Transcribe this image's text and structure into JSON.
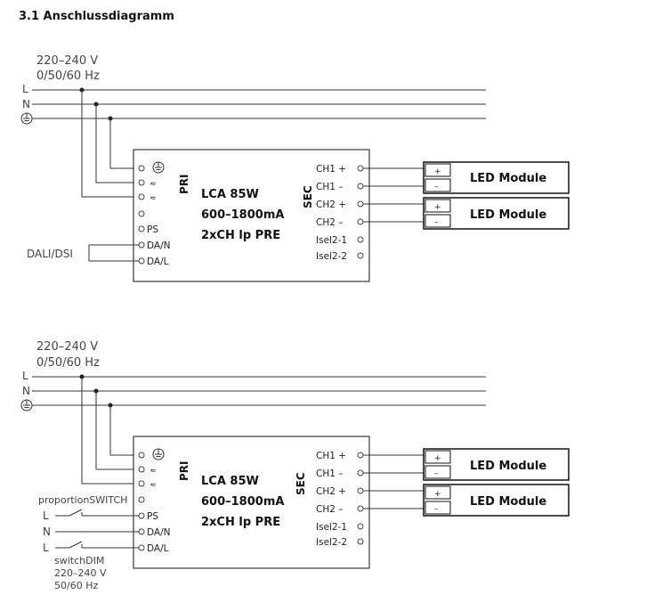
{
  "title": "3.1 Anschlussdiagramm",
  "diagrams": [
    {
      "supply_voltage": "220–240 V",
      "supply_freq": "0/50/60 Hz",
      "line_labels": [
        "L",
        "N"
      ],
      "primary_label": "PRI",
      "secondary_label": "SEC",
      "device_line1": "LCA 85W",
      "device_line2": "600–1800mA",
      "device_line3": "2xCH lp PRE",
      "pri_pins": [
        "PS",
        "DA/N",
        "DA/L"
      ],
      "sec_pins": [
        "CH1 +",
        "CH1 –",
        "CH2 +",
        "CH2 –",
        "Isel2-1",
        "Isel2-2"
      ],
      "input_label": "DALI/DSI",
      "led_modules": [
        "LED Module",
        "LED Module"
      ],
      "plus": "+",
      "minus": "–"
    },
    {
      "supply_voltage": "220–240 V",
      "supply_freq": "0/50/60 Hz",
      "line_labels": [
        "L",
        "N"
      ],
      "primary_label": "PRI",
      "secondary_label": "SEC",
      "device_line1": "LCA 85W",
      "device_line2": "600–1800mA",
      "device_line3": "2xCH lp PRE",
      "pri_pins": [
        "PS",
        "DA/N",
        "DA/L"
      ],
      "sec_pins": [
        "CH1 +",
        "CH1 –",
        "CH2 +",
        "CH2 –",
        "Isel2-1",
        "Isel2-2"
      ],
      "switch_label": "proportionSWITCH",
      "switch_lines": [
        "L",
        "N",
        "L"
      ],
      "switchdim_label": "switchDIM",
      "switchdim_voltage": "220–240 V",
      "switchdim_freq": "50/60 Hz",
      "led_modules": [
        "LED Module",
        "LED Module"
      ],
      "plus": "+",
      "minus": "–"
    }
  ]
}
